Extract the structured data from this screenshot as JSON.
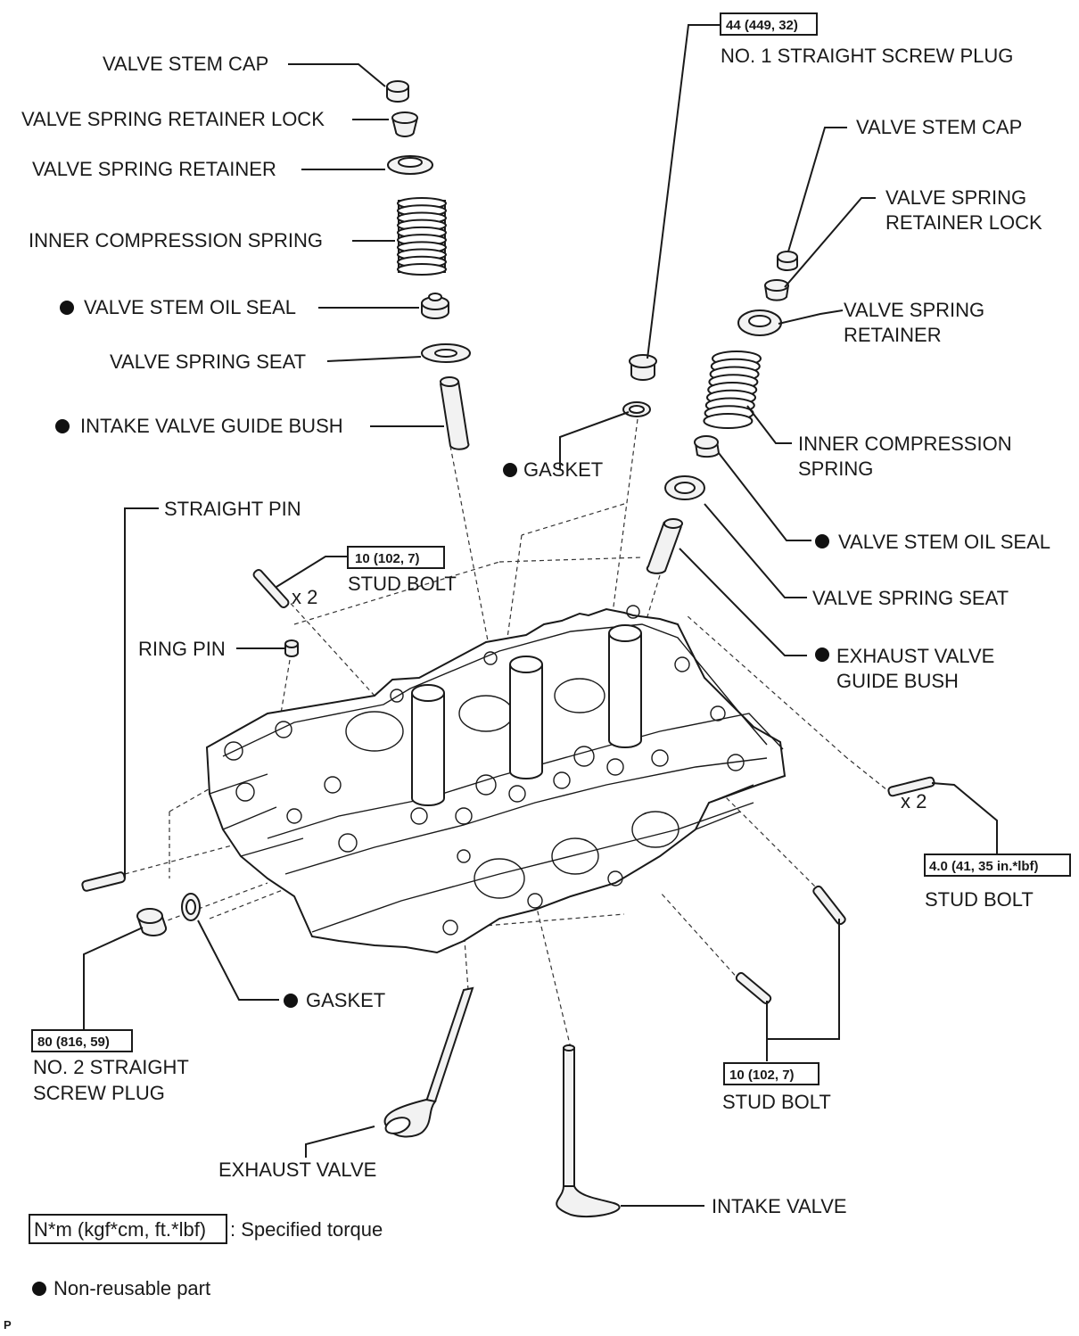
{
  "labels": {
    "valve_stem_cap_left": "VALVE STEM CAP",
    "valve_spring_retainer_lock_left": "VALVE SPRING RETAINER LOCK",
    "valve_spring_retainer_left": "VALVE SPRING RETAINER",
    "inner_compression_spring_left": "INNER COMPRESSION SPRING",
    "valve_stem_oil_seal_left": "VALVE STEM OIL SEAL",
    "valve_spring_seat_left": "VALVE SPRING SEAT",
    "intake_valve_guide_bush": "INTAKE VALVE GUIDE BUSH",
    "no1_straight_screw_plug": "NO. 1 STRAIGHT SCREW PLUG",
    "valve_stem_cap_right": "VALVE STEM CAP",
    "valve_spring_retainer_lock_right_1": "VALVE SPRING",
    "valve_spring_retainer_lock_right_2": "RETAINER LOCK",
    "valve_spring_retainer_right_1": "VALVE SPRING",
    "valve_spring_retainer_right_2": "RETAINER",
    "inner_compression_spring_right_1": "INNER COMPRESSION",
    "inner_compression_spring_right_2": "SPRING",
    "gasket_top": "GASKET",
    "valve_stem_oil_seal_right": "VALVE STEM OIL SEAL",
    "straight_pin": "STRAIGHT PIN",
    "stud_bolt_top": "STUD BOLT",
    "x2_top": "x 2",
    "valve_spring_seat_right": "VALVE SPRING SEAT",
    "ring_pin": "RING PIN",
    "exhaust_valve_guide_bush_1": "EXHAUST VALVE",
    "exhaust_valve_guide_bush_2": "GUIDE BUSH",
    "x2_right": "x 2",
    "stud_bolt_right": "STUD BOLT",
    "gasket_bottom": "GASKET",
    "no2_straight_screw_plug_1": "NO. 2 STRAIGHT",
    "no2_straight_screw_plug_2": "SCREW PLUG",
    "stud_bolt_bottom": "STUD BOLT",
    "exhaust_valve": "EXHAUST VALVE",
    "intake_valve": "INTAKE VALVE"
  },
  "torque": {
    "no1_plug": "44 (449, 32)",
    "stud_bolt_top": "10 (102, 7)",
    "stud_bolt_right": "4.0 (41, 35 in.*lbf)",
    "no2_plug": "80 (816, 59)",
    "stud_bolt_bottom": "10 (102, 7)"
  },
  "legend": {
    "torque_box": "N*m (kgf*cm, ft.*lbf)",
    "torque_desc": ": Specified torque",
    "nonreusable": "Non-reusable part"
  },
  "corner_code": "P"
}
